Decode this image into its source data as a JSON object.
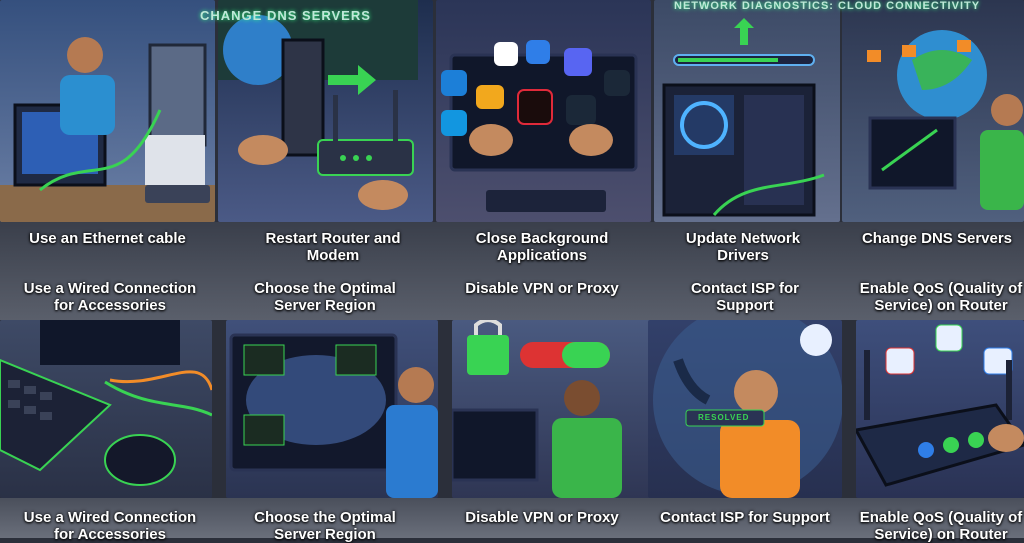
{
  "row1": {
    "sign_left": "CHANGE DNS SERVERS",
    "sign_right": "NETWORK DIAGNOSTICS: CLOUD CONNECTIVITY",
    "captions": [
      "Use an Ethernet cable",
      "Restart Router and Modem",
      "Close Background Applications",
      "Update Network Drivers",
      "Change DNS Servers"
    ]
  },
  "row2": {
    "captions": [
      "Use a Wired Connection for Accessories",
      "Choose the Optimal Server Region",
      "Disable VPN or Proxy",
      "Contact ISP for Support",
      "Enable QoS (Quality of Service) on Router"
    ]
  },
  "row3": {
    "captions": [
      "Use a Wired Connection for Accessories",
      "Choose the Optimal Server Region",
      "Disable VPN or Proxy",
      "Contact ISP for Support",
      "Enable QoS (Quality of Service) on Router"
    ],
    "badge": "RESOLVED"
  },
  "colors": {
    "accent_green": "#39d353",
    "panel_blue": "#2f5aa8",
    "sky": "#5e86c8"
  }
}
